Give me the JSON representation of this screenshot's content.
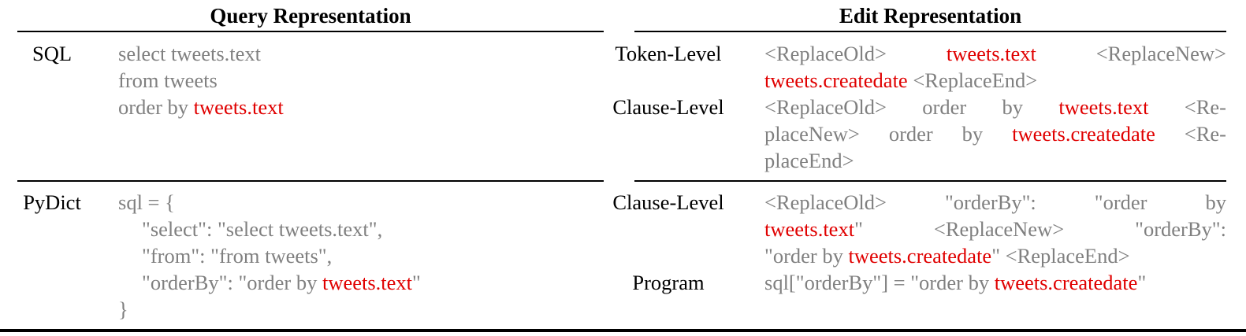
{
  "colors": {
    "code": "#808080",
    "highlight": "#e00000"
  },
  "headers": {
    "query": "Query Representation",
    "edit": "Edit Representation"
  },
  "rows": [
    {
      "label": "SQL",
      "query_lines": [
        [
          {
            "text": "select tweets.text",
            "red": false
          }
        ],
        [
          {
            "text": "from tweets",
            "red": false
          }
        ],
        [
          {
            "text": "order by ",
            "red": false
          },
          {
            "text": "tweets.text",
            "red": true
          }
        ]
      ],
      "edits": [
        {
          "label": "Token-Level",
          "lines": [
            {
              "justify": true,
              "segments": [
                {
                  "text": "<ReplaceOld> ",
                  "red": false
                },
                {
                  "text": "tweets.text",
                  "red": true
                },
                {
                  "text": " <ReplaceNew>",
                  "red": false
                }
              ]
            },
            {
              "justify": false,
              "segments": [
                {
                  "text": "tweets.createdate",
                  "red": true
                },
                {
                  "text": " <ReplaceEnd>",
                  "red": false
                }
              ]
            }
          ]
        },
        {
          "label": "Clause-Level",
          "lines": [
            {
              "justify": true,
              "segments": [
                {
                  "text": "<ReplaceOld> order by ",
                  "red": false
                },
                {
                  "text": "tweets.text",
                  "red": true
                },
                {
                  "text": " <Re-",
                  "red": false
                }
              ]
            },
            {
              "justify": true,
              "segments": [
                {
                  "text": "placeNew> order by ",
                  "red": false
                },
                {
                  "text": "tweets.createdate",
                  "red": true
                },
                {
                  "text": " <Re-",
                  "red": false
                }
              ]
            },
            {
              "justify": false,
              "segments": [
                {
                  "text": "placeEnd>",
                  "red": false
                }
              ]
            }
          ]
        }
      ]
    },
    {
      "label": "PyDict",
      "query_lines": [
        [
          {
            "text": "sql = {",
            "red": false
          }
        ],
        [
          {
            "text": "\"select\": \"select tweets.text\",",
            "red": false
          }
        ],
        [
          {
            "text": "\"from\": \"from tweets\",",
            "red": false
          }
        ],
        [
          {
            "text": "\"orderBy\": \"order by ",
            "red": false
          },
          {
            "text": "tweets.text",
            "red": true
          },
          {
            "text": "\"",
            "red": false
          }
        ],
        [
          {
            "text": "}",
            "red": false
          }
        ]
      ],
      "edits": [
        {
          "label": "Clause-Level",
          "lines": [
            {
              "justify": true,
              "segments": [
                {
                  "text": "<ReplaceOld> \"orderBy\": \"order by",
                  "red": false
                }
              ]
            },
            {
              "justify": true,
              "segments": [
                {
                  "text": "tweets.text",
                  "red": true
                },
                {
                  "text": "\" <ReplaceNew> \"orderBy\":",
                  "red": false
                }
              ]
            },
            {
              "justify": false,
              "segments": [
                {
                  "text": "\"order by ",
                  "red": false
                },
                {
                  "text": "tweets.createdate",
                  "red": true
                },
                {
                  "text": "\" <ReplaceEnd>",
                  "red": false
                }
              ]
            }
          ]
        },
        {
          "label": "Program",
          "lines": [
            {
              "justify": false,
              "segments": [
                {
                  "text": "sql[\"orderBy\"] = \"order by ",
                  "red": false
                },
                {
                  "text": "tweets.createdate",
                  "red": true
                },
                {
                  "text": "\"",
                  "red": false
                }
              ]
            }
          ]
        }
      ]
    }
  ]
}
